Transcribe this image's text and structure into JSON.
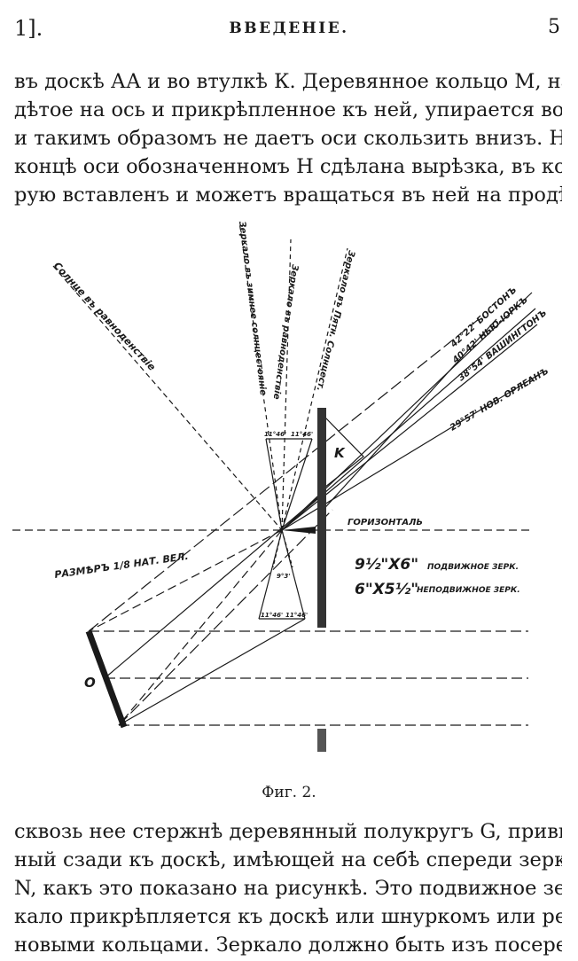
{
  "header": {
    "section": "1].",
    "title": "ВВЕДЕНІЕ.",
    "page_number": "5"
  },
  "text_top": [
    "въ доскѣ АА и во втулкѣ К. Деревянное кольцо М, на-",
    "дѣтое на ось и прикрѣпленное къ ней, упирается во втулку",
    "и такимъ образомъ не даетъ оси скользить внизъ. На",
    "концѣ оси обозначенномъ Н сдѣлана вырѣзка, въ кото-",
    "рую вставленъ и можетъ вращаться въ ней на продѣтомъ"
  ],
  "figure": {
    "caption": "Фиг. 2.",
    "labels": {
      "sun_equinox": "Солнце въ равноденствіе",
      "mirror_winter": "Зеркало въ зимнее солнцестояніе",
      "mirror_equinox": "Зеркало въ равноденствіе",
      "mirror_feast": "Зеркало въ Пятн. Солнцест.",
      "boston": "42°22' БОСТОНЪ",
      "newyork": "40°42' НЬЮ-ІОРКЪ",
      "washington": "38°54' ВАШИНГТОНЪ",
      "neworleans": "29°57' НОВ. ОРЛЕАНЪ",
      "k": "K",
      "horizon": "ГОРИЗОНТАЛЬ",
      "scale": "РАЗМѢРЪ 1/8 НАТ. ВЕЛ.",
      "movable_size": "9½\"X6\"",
      "movable_label": "ПОДВИЖНОЕ ЗЕРК.",
      "fixed_size": "6\"X5½\"",
      "fixed_label": "НЕПОДВИЖНОЕ ЗЕРК.",
      "o": "O",
      "angle_top_left": "11°46'",
      "angle_top_right": "11°46'",
      "angle_center": "9°3'",
      "angle_bottom_left": "11°46'",
      "angle_bottom_right": "11°46'"
    }
  },
  "text_bottom": [
    "сквозь нее стержнѣ деревянный полукругъ G, привинчен-",
    "ный сзади къ доскѣ, имѣющей на себѣ спереди зеркало",
    "N, какъ это показано на рисункѣ. Это подвижное зер-",
    "кало прикрѣпляется къ доскѣ или шнуркомъ или резин-",
    "новыми кольцами. Зеркало должно быть изъ посеребрен-"
  ]
}
